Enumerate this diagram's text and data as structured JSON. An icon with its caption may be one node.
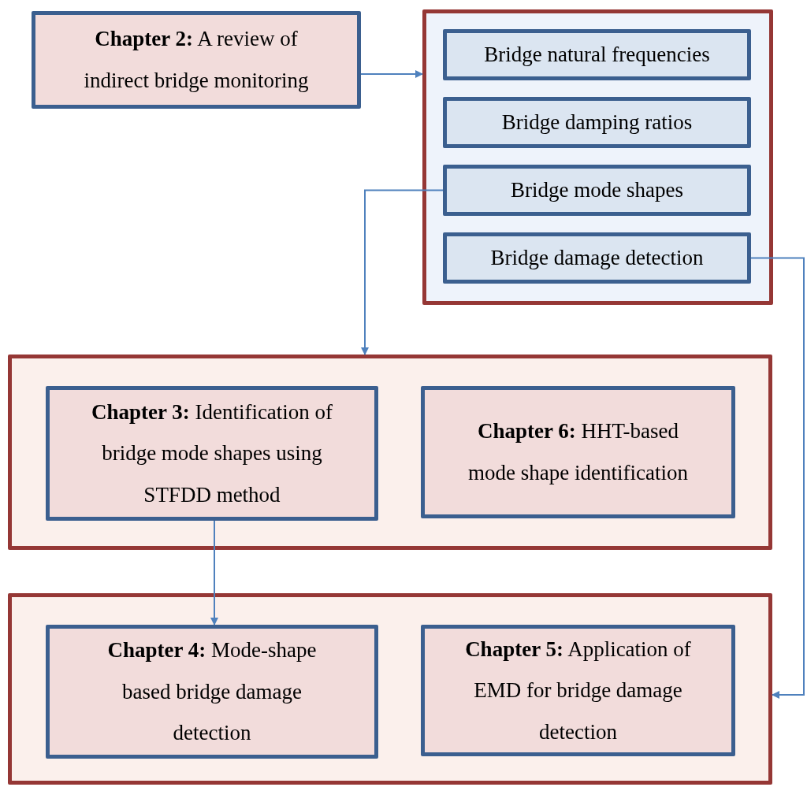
{
  "diagram": {
    "nodes": [
      {
        "text": [
          "**Chapter 2:** A review of indirect bridge monitoring"
        ]
      },
      {
        "text": [],
        "shape": "box"
      },
      {
        "text": [
          "Bridge natural frequencies"
        ],
        "in": 1
      },
      {
        "text": [
          "Bridge damping ratios"
        ],
        "in": 1
      },
      {
        "text": [
          "Bridge mode shapes"
        ],
        "in": 1
      },
      {
        "text": [
          "Bridge damage detection"
        ],
        "in": 1
      },
      {
        "text": [],
        "shape": "box"
      },
      {
        "text": [
          "**Chapter 3:** Identification of bridge mode shapes using STFDD method"
        ],
        "in": 6
      },
      {
        "text": [
          "**Chapter 6:** HHT-based mode shape identification"
        ],
        "in": 6
      },
      {
        "text": [],
        "shape": "box"
      },
      {
        "text": [
          "**Chapter 4:** Mode-shape based bridge damage detection"
        ],
        "in": 9
      },
      {
        "text": [
          "**Chapter 5:** Application of EMD for bridge damage detection"
        ],
        "in": 9
      }
    ],
    "edges": [
      {
        "from": 0,
        "to": 1,
        "arrow": "to"
      },
      {
        "from": 4,
        "to": 6,
        "arrow": "to"
      },
      {
        "from": 5,
        "to": 9,
        "arrow": "to"
      },
      {
        "from": 7,
        "to": 10,
        "arrow": "to"
      }
    ]
  }
}
